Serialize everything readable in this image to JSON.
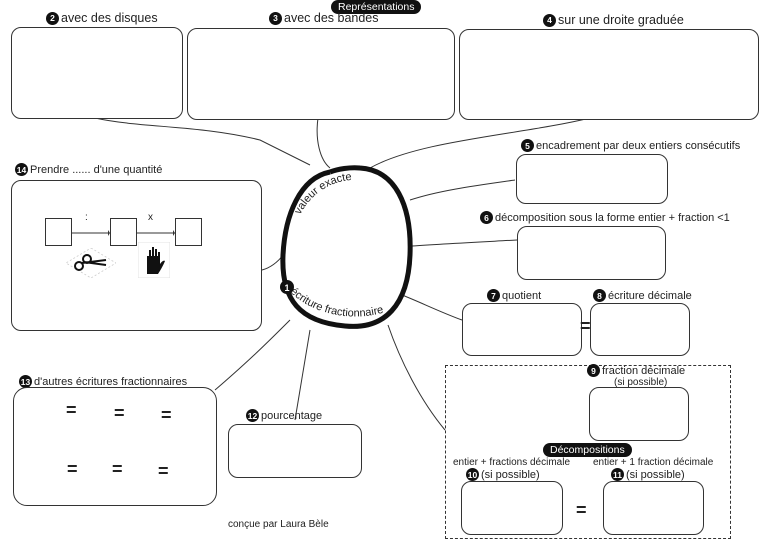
{
  "header_pill": "Représentations",
  "nodes": {
    "disques": {
      "num": "2",
      "label": "avec des disques"
    },
    "bandes": {
      "num": "3",
      "label": "avec des bandes"
    },
    "droite": {
      "num": "4",
      "label": "sur une droite graduée"
    },
    "encadrement": {
      "num": "5",
      "label": "encadrement par deux entiers consécutifs"
    },
    "decomposition": {
      "num": "6",
      "label": "décomposition sous la forme entier + fraction <1"
    },
    "quotient": {
      "num": "7",
      "label": "quotient"
    },
    "ecriture_decimale": {
      "num": "8",
      "label": "écriture décimale"
    },
    "fraction_decimale": {
      "num": "9",
      "label": "fraction décimale",
      "sub": "(si possible)"
    },
    "entier_fractions": {
      "num": "10",
      "label": "entier + fractions décimale",
      "sub": "(si possible)"
    },
    "entier_fraction": {
      "num": "11",
      "label": "entier + 1 fraction décimale",
      "sub": "(si possible)"
    },
    "pourcentage": {
      "num": "12",
      "label": "pourcentage"
    },
    "autres": {
      "num": "13",
      "label": "d'autres écritures fractionnaires"
    },
    "prendre": {
      "num": "14",
      "label": "Prendre ...... d'une quantité"
    }
  },
  "center": {
    "num": "1",
    "top_text": "valeur exacte",
    "bottom_text": "écriture fractionnaire"
  },
  "decompositions_pill": "Décompositions",
  "equals_sign": "=",
  "operators": {
    "divide": ":",
    "times": "x"
  },
  "icons": {
    "scissors": "scissors-icon",
    "hand": "hand-icon"
  },
  "credit": "conçue par Laura Bèle"
}
